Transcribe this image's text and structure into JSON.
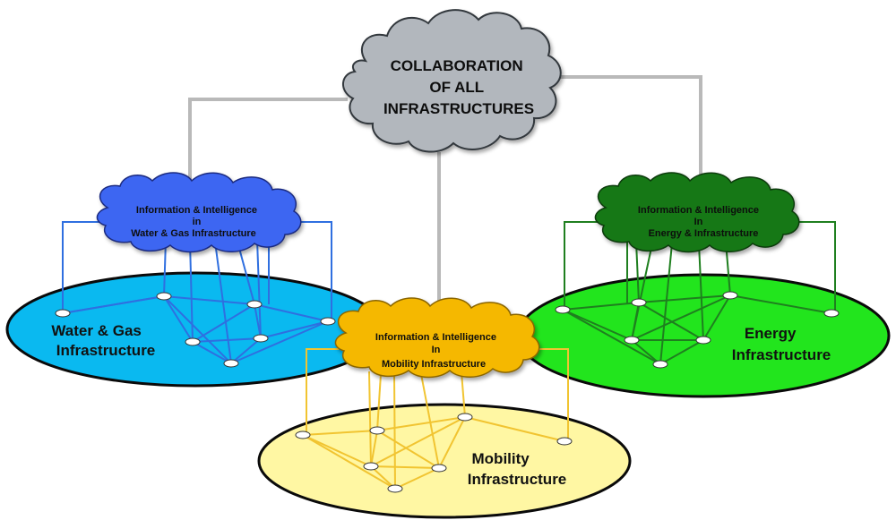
{
  "diagram": {
    "top_cloud": {
      "lines": [
        "COLLABORATION",
        "OF ALL",
        "INFRASTRUCTURES"
      ],
      "fill": "#b2b7bd"
    },
    "water_gas": {
      "cloud_lines": [
        "Information & Intelligence",
        "in",
        "Water & Gas Infrastructure"
      ],
      "cloud_fill": "#3c66f2",
      "ellipse_lines": [
        "Water & Gas",
        "Infrastructure"
      ],
      "ellipse_fill": "#0ab9f0",
      "link_color": "#2f6fe0"
    },
    "energy": {
      "cloud_lines": [
        "Information & Intelligence",
        "In",
        "Energy & Infrastructure"
      ],
      "cloud_fill": "#137813",
      "ellipse_lines": [
        "Energy",
        "Infrastructure"
      ],
      "ellipse_fill": "#22e51d",
      "link_color": "#1f7f1f"
    },
    "mobility": {
      "cloud_lines": [
        "Information & Intelligence",
        "In",
        "Mobility Infrastructure"
      ],
      "cloud_fill": "#f5b800",
      "ellipse_lines": [
        "Mobility",
        "Infrastructure"
      ],
      "ellipse_fill": "#fff7a3",
      "link_color": "#f1c431"
    },
    "connector_color": "#b9b9b9"
  }
}
